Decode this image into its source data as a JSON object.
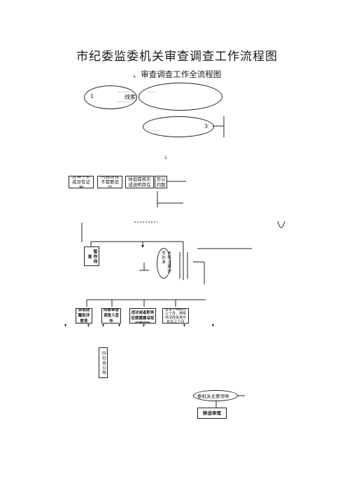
{
  "title": "市纪委监委机关审查调查工作流程图",
  "subtitle": "、审查调查工作全流程图",
  "top_ellipses": {
    "left_number": "1",
    "left_label": "线索",
    "right_number": "3",
    "tiny_lines": [
      "...........",
      "...........",
      "......",
      "......"
    ]
  },
  "row1": [
    "反映不实或没有证据",
    "问题轻微不需要追究",
    "反映问题具体但需核实或说明存在问题",
    "否认问题"
  ],
  "row2": {
    "hold": "暂存待查",
    "leader": "市委主要领导批准"
  },
  "row3": [
    "谈话提醒批评教育",
    "向被审查调查人宣布",
    "涉嫌严重职务违法或者职务犯罪需要采取留置措施",
    "留置不得超过三个月，特殊情况经批准可延长三个月"
  ],
  "side": "向社会公布",
  "bottom": {
    "leader": "委机关主要领导",
    "manage": "移送审理"
  },
  "marks": [
    "1",
    "1"
  ]
}
